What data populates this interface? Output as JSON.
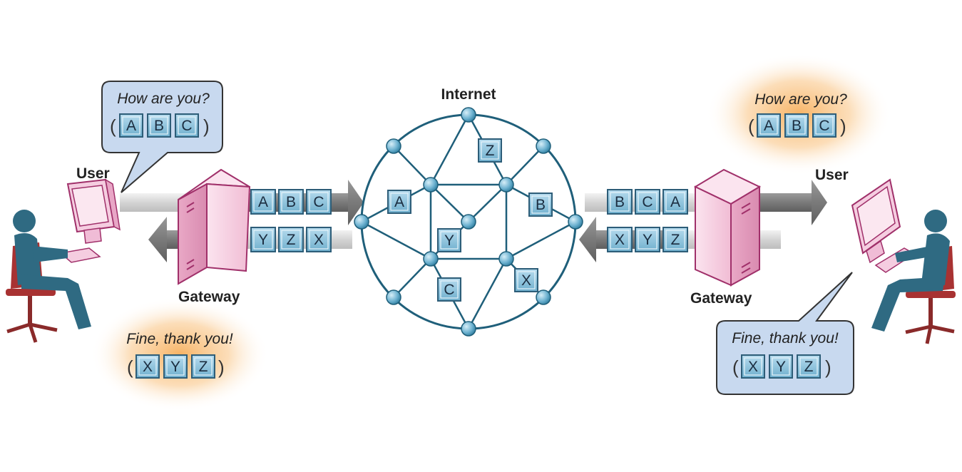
{
  "labels": {
    "internet": "Internet",
    "user_left": "User",
    "user_right": "User",
    "gateway_left": "Gateway",
    "gateway_right": "Gateway"
  },
  "messages": {
    "left_question": "How are you?",
    "left_answer": "Fine, thank you!",
    "right_question": "How are you?",
    "right_answer": "Fine, thank you!"
  },
  "packets": {
    "left_question": [
      "A",
      "B",
      "C"
    ],
    "left_answer": [
      "X",
      "Y",
      "Z"
    ],
    "left_outgoing": [
      "A",
      "B",
      "C"
    ],
    "left_incoming": [
      "Y",
      "Z",
      "X"
    ],
    "right_incoming": [
      "B",
      "C",
      "A"
    ],
    "right_outgoing": [
      "X",
      "Y",
      "Z"
    ],
    "right_question": [
      "A",
      "B",
      "C"
    ],
    "right_answer": [
      "X",
      "Y",
      "Z"
    ],
    "in_network": [
      "Z",
      "A",
      "B",
      "Y",
      "C",
      "X"
    ]
  },
  "colors": {
    "network": "#1f5f7a",
    "node": "#5fa9c9",
    "packet": "#8cc3dd",
    "packet_border": "#2d5d78",
    "speech_bubble": "#c8d9ef",
    "glow": "#f7b25e",
    "gateway": "#f4c7dc",
    "gateway_stroke": "#a0306a",
    "person": "#2f6a82",
    "chair": "#a83232",
    "arrow_dark": "#7f7f7f",
    "arrow_light": "#d9d9d9"
  }
}
